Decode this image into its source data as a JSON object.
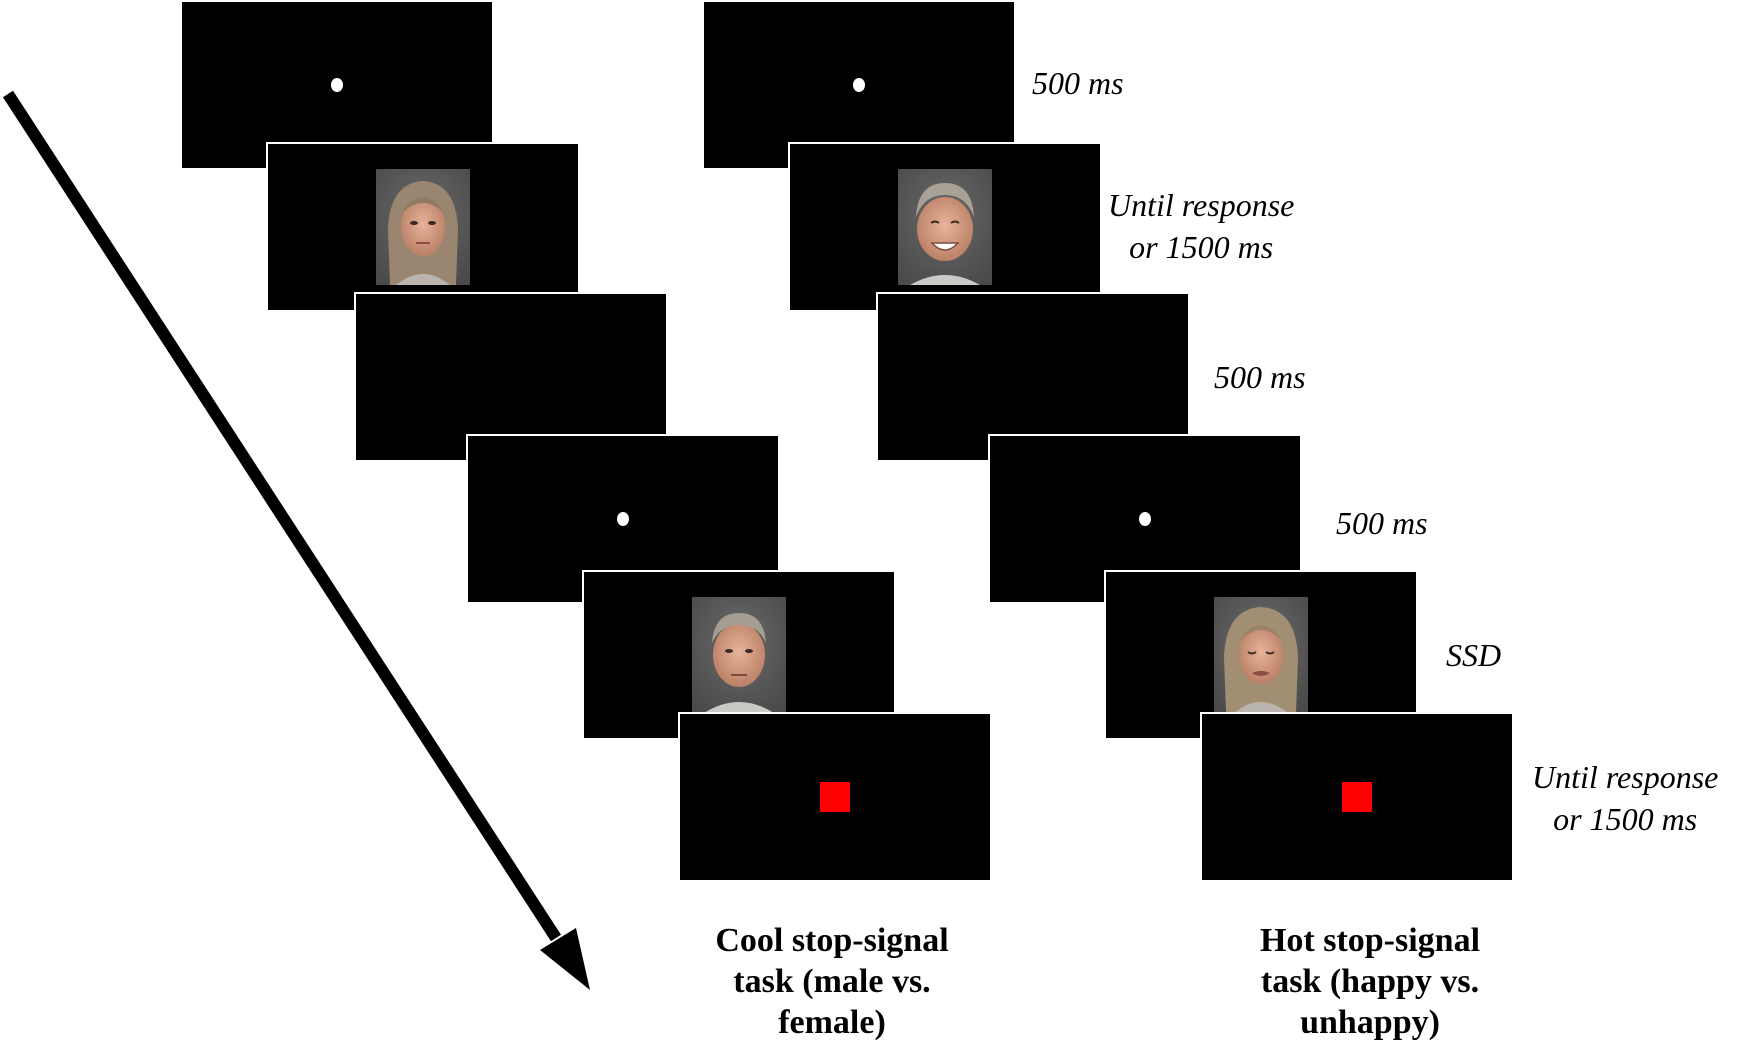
{
  "colors": {
    "screen": "#000000",
    "stop_signal": "#ff0000",
    "fixation": "#ffffff"
  },
  "timings": {
    "fixation": "500 ms",
    "stimulus_line1": "Until response",
    "stimulus_line2": "or 1500 ms",
    "blank": "500 ms",
    "fixation2": "500 ms",
    "ssd": "SSD",
    "signal_line1": "Until response",
    "signal_line2": "or 1500 ms"
  },
  "tasks": {
    "cool": {
      "line1": "Cool stop-signal",
      "line2": "task (male vs.",
      "line3": "female)"
    },
    "hot": {
      "line1": "Hot stop-signal",
      "line2": "task (happy vs.",
      "line3": "unhappy)"
    }
  },
  "icons": {
    "arrow": "time-arrow-icon",
    "face_female_neutral": "face-female-neutral-icon",
    "face_male_happy": "face-male-happy-icon",
    "face_male_neutral": "face-male-neutral-icon",
    "face_female_unhappy": "face-female-unhappy-icon"
  }
}
